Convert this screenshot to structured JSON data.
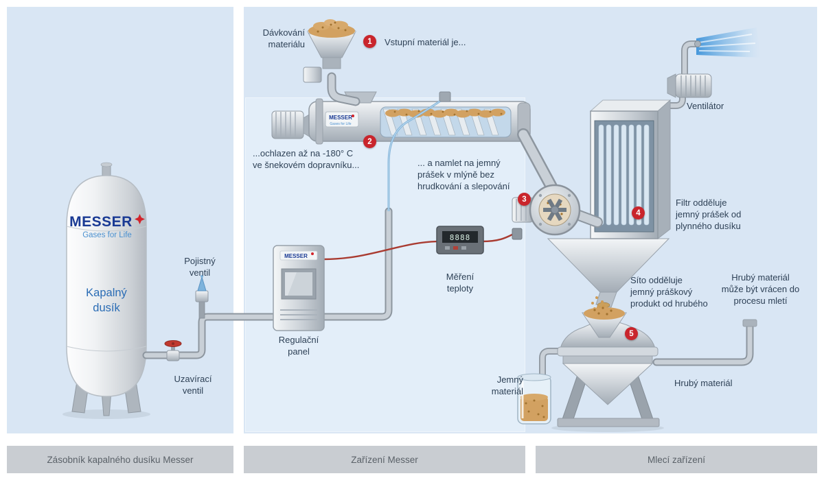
{
  "footer": {
    "left": "Zásobník kapalného dusíku Messer",
    "middle": "Zařízení Messer",
    "right": "Mlecí zařízení"
  },
  "tank": {
    "brand": "MESSER",
    "tagline": "Gases for Life",
    "content": "Kapalný\ndusík"
  },
  "steps": [
    {
      "num": "1",
      "text": "Vstupní materiál je..."
    },
    {
      "num": "2",
      "text": "...ochlazen až na -180° C\nve šnekovém dopravníku..."
    },
    {
      "num": "3",
      "text": "... a namlet na jemný\nprášek v mlýně bez\nhrudkování a slepování"
    },
    {
      "num": "4",
      "text": "Filtr odděluje\njemný prášek od\nplynného dusíku"
    },
    {
      "num": "5",
      "text": "Síto odděluje\njemný práškový\nprodukt od hrubého"
    }
  ],
  "labels": {
    "davkovani": "Dávkování\nmateriálu",
    "ventilator": "Ventilátor",
    "mereni": "Měření\nteploty",
    "regulacni": "Regulační\npanel",
    "pojistny": "Pojistný\nventil",
    "uzaviraci": "Uzavírací\nventil",
    "jemny": "Jemný\nmateriál",
    "hruby": "Hrubý materiál",
    "navrat": "Hrubý materiál\nmůže být vrácen do\nprocesu mletí"
  },
  "devices": {
    "conveyor_brand": "MESSER",
    "conveyor_tagline": "Gases for Life",
    "panel_brand": "MESSER",
    "meter_display": "8888"
  },
  "colors": {
    "badge_red": "#c9252c",
    "messer_blue": "#1a3a94",
    "messer_light_blue": "#4a90cf",
    "panel_blue": "#d9e6f4",
    "inner_panel_blue": "#e3eef9",
    "caption_bar_gray": "#c9cdd2",
    "label_text": "#2e4156"
  }
}
